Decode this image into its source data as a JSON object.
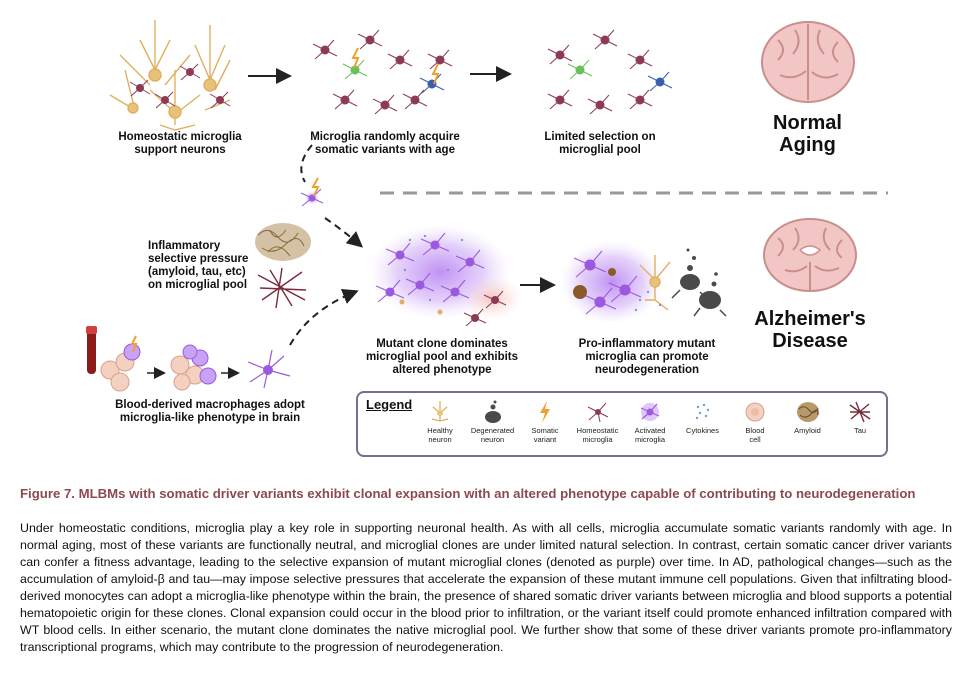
{
  "figure": {
    "labels": {
      "homeostatic": "Homeostatic microglia\nsupport neurons",
      "acquire": "Microglia randomly acquire\nsomatic variants with age",
      "limited": "Limited selection on\nmicroglial pool",
      "inflammatory": "Inflammatory\nselective pressure\n(amyloid, tau, etc)\non microglial pool",
      "blood": "Blood-derived macrophages adopt\nmicroglia-like phenotype in brain",
      "mutant": "Mutant clone dominates\nmicroglial pool and exhibits\naltered phenotype",
      "proinflam": "Pro-inflammatory mutant\nmicroglia can promote\nneurodegeneration"
    },
    "normal_aging": "Normal\nAging",
    "alzheimers": "Alzheimer's\nDisease"
  },
  "legend": {
    "title": "Legend",
    "items": [
      {
        "label": "Healthy\nneuron",
        "icon": "healthy-neuron-icon"
      },
      {
        "label": "Degenerated\nneuron",
        "icon": "degenerated-neuron-icon"
      },
      {
        "label": "Somatic\nvariant",
        "icon": "lightning-icon"
      },
      {
        "label": "Homeostatic\nmicroglia",
        "icon": "homeostatic-microglia-icon"
      },
      {
        "label": "Activated\nmicroglia",
        "icon": "activated-microglia-icon"
      },
      {
        "label": "Cytokines",
        "icon": "cytokines-icon"
      },
      {
        "label": "Blood\ncell",
        "icon": "blood-cell-icon"
      },
      {
        "label": "Amyloid",
        "icon": "amyloid-icon"
      },
      {
        "label": "Tau",
        "icon": "tau-icon"
      }
    ]
  },
  "caption": {
    "title": "Figure 7. MLBMs with somatic driver variants exhibit clonal expansion with an altered phenotype capable of contributing to neurodegeneration",
    "body": "Under homeostatic conditions, microglia play a key role in supporting neuronal health. As with all cells, microglia accumulate somatic variants randomly with age. In normal aging, most of these variants are functionally neutral, and microglial clones are under limited natural selection. In contrast, certain somatic cancer driver variants can confer a fitness advantage, leading to the selective expansion of mutant microglial clones (denoted as purple) over time. In AD, pathological changes—such as the accumulation of amyloid-β and tau—may impose selective pressures that accelerate the expansion of these mutant immune cell populations. Given that infiltrating blood-derived monocytes can adopt a microglia-like phenotype within the brain, the presence of shared somatic driver variants between microglia and blood supports a potential hematopoietic origin for these clones. Clonal expansion could occur in the blood prior to infiltration, or the variant itself could promote enhanced infiltration compared with WT blood cells. In either scenario, the mutant clone dominates the native microglial pool. We further show that some of these driver variants promote pro-inflammatory transcriptional programs, which may contribute to the progression of neurodegeneration."
  },
  "colors": {
    "caption_title": "#8c4a4f",
    "microglia": "#8e3a55",
    "activated": "#9b59e0",
    "neuron": "#e0b060",
    "variant": "#f0a030",
    "legend_border": "#7b6a93"
  }
}
